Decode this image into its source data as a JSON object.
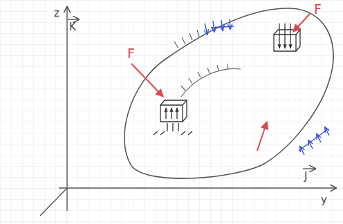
{
  "diagram": {
    "labels": [
      "z",
      "K",
      "J",
      "y",
      "F",
      "F"
    ]
  }
}
